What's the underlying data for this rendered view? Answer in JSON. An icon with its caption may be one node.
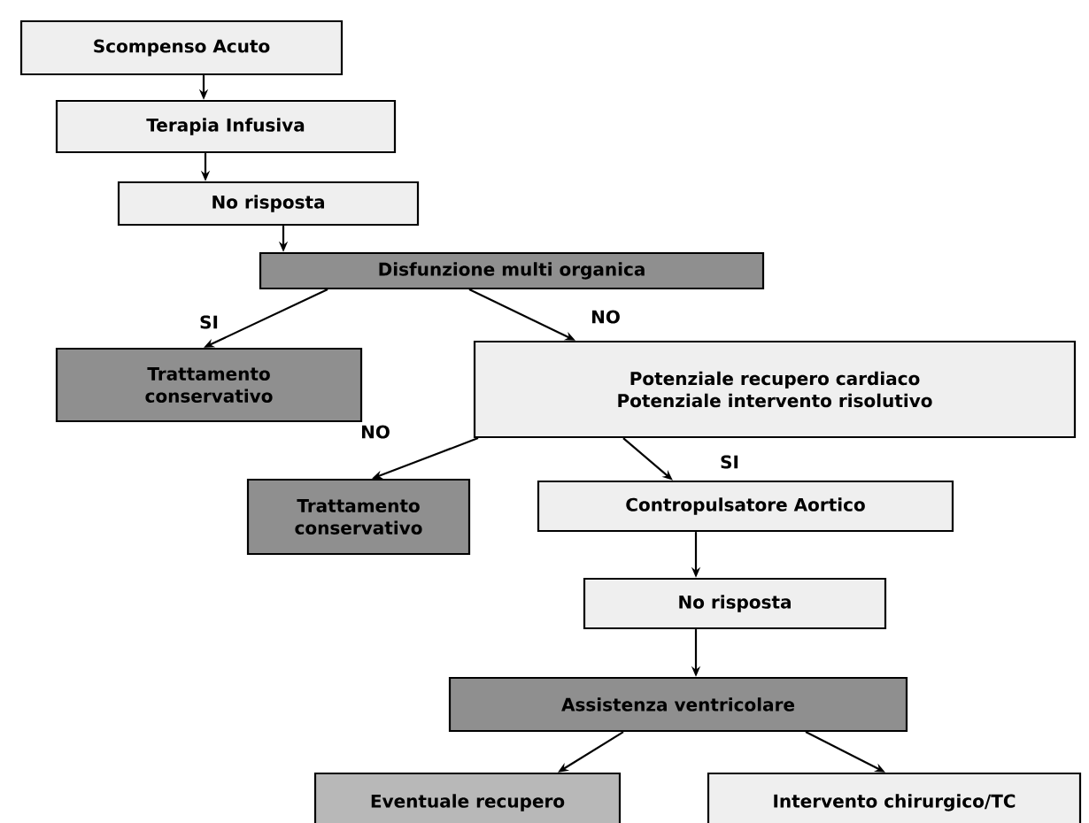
{
  "diagram": {
    "nodes": [
      {
        "text": [
          "Scompenso Acuto"
        ]
      },
      {
        "text": [
          "Terapia Infusiva"
        ]
      },
      {
        "text": [
          "No risposta"
        ]
      },
      {
        "text": [
          "Disfunzione multi organica"
        ]
      },
      {
        "text": [
          "Trattamento conservativo"
        ]
      },
      {
        "text": [
          "Potenziale recupero cardiaco",
          "Potenziale intervento risolutivo"
        ]
      },
      {
        "text": [
          "Trattamento conservativo"
        ]
      },
      {
        "text": [
          "Contropulsatore Aortico"
        ]
      },
      {
        "text": [
          "No risposta"
        ]
      },
      {
        "text": [
          "Assistenza ventricolare"
        ]
      },
      {
        "text": [
          "Eventuale recupero"
        ]
      },
      {
        "text": [
          "Intervento chirurgico/TC"
        ]
      }
    ],
    "edges": [
      {
        "from": 0,
        "to": 1,
        "arrow": "to"
      },
      {
        "from": 1,
        "to": 2,
        "arrow": "to"
      },
      {
        "from": 2,
        "to": 3,
        "arrow": "to"
      },
      {
        "from": 3,
        "to": 4,
        "arrow": "to",
        "label": "SI"
      },
      {
        "from": 3,
        "to": 5,
        "arrow": "to",
        "label": "NO"
      },
      {
        "from": 5,
        "to": 6,
        "arrow": "to",
        "label": "NO"
      },
      {
        "from": 5,
        "to": 7,
        "arrow": "to",
        "label": "SI"
      },
      {
        "from": 7,
        "to": 8,
        "arrow": "to"
      },
      {
        "from": 8,
        "to": 9,
        "arrow": "to"
      },
      {
        "from": 9,
        "to": 10,
        "arrow": "to"
      },
      {
        "from": 9,
        "to": 11,
        "arrow": "to"
      }
    ]
  }
}
